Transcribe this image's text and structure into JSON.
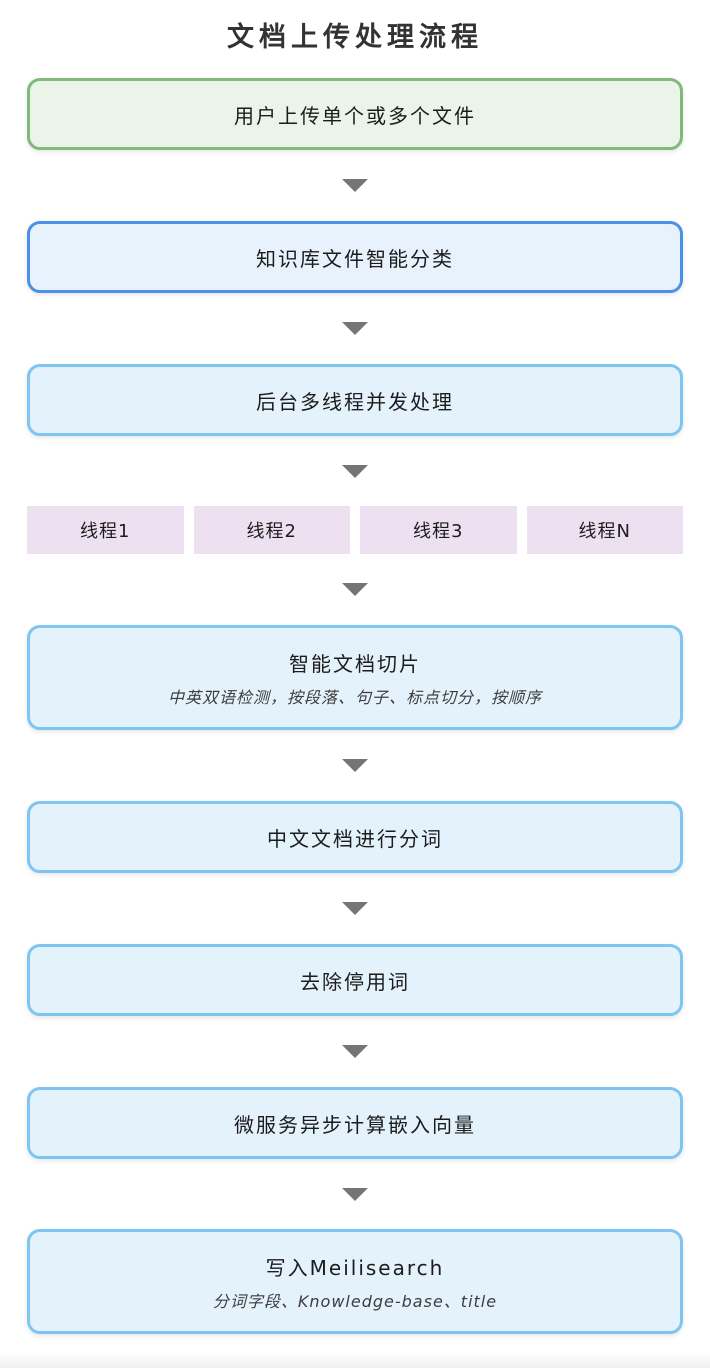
{
  "title": "文档上传处理流程",
  "nodes": {
    "upload": {
      "label": "用户上传单个或多个文件"
    },
    "classify": {
      "label": "知识库文件智能分类"
    },
    "multithread": {
      "label": "后台多线程并发处理"
    },
    "slicing": {
      "label": "智能文档切片",
      "subtitle": "中英双语检测，按段落、句子、标点切分，按顺序"
    },
    "segment": {
      "label": "中文文档进行分词"
    },
    "stopwords": {
      "label": "去除停用词"
    },
    "embedding": {
      "label": "微服务异步计算嵌入向量"
    },
    "meilisearch": {
      "label": "写入Meilisearch",
      "subtitle": "分词字段、Knowledge-base、title"
    }
  },
  "threads": [
    "线程1",
    "线程2",
    "线程3",
    "线程N"
  ],
  "icons": {
    "arrow_down": "triangle-down"
  },
  "colors": {
    "title_text": "#333333",
    "node_text": "#1c1c1c",
    "subtitle_text": "#3d3d3d",
    "green_fill": "#eaf4e8",
    "green_border": "#80ba7a",
    "blue_strong_fill": "#e8f2fd",
    "blue_strong_border": "#4a90e8",
    "blue_fill": "#e4f2fc",
    "blue_border": "#7ec5f1",
    "purple_fill": "#ede0f1",
    "arrow": "#757575"
  }
}
